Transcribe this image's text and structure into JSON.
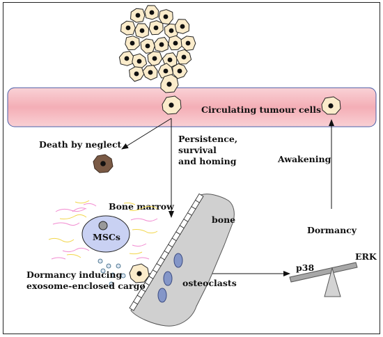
{
  "labels": {
    "circulating": "Circulating tumour cells",
    "death": "Death by neglect",
    "persistence": [
      "Persistence,",
      "survival",
      "and homing"
    ],
    "awakening": "Awakening",
    "bone_marrow": "Bone marrow",
    "bone": "bone",
    "mscs": "MSCs",
    "dormancy": "Dormancy",
    "p38": "p38",
    "erk": "ERK",
    "osteoclasts": "osteoclasts",
    "cargo": [
      "Dormancy inducing",
      "exosome-enclosed cargo"
    ]
  },
  "colors": {
    "vessel": "#f6b8be",
    "cell_fill": "#fbeccb",
    "nucleus": "#111111",
    "dead_cell": "#7a5a45",
    "msc_fill": "#c9d1f3",
    "bone_fill": "#d0d0d0",
    "osteoclast": "#8496c8",
    "exosome": "#dde6f2",
    "fiber_pink": "#f28ad0",
    "fiber_yellow": "#f2d64a",
    "balance": "#a8a8a8"
  }
}
